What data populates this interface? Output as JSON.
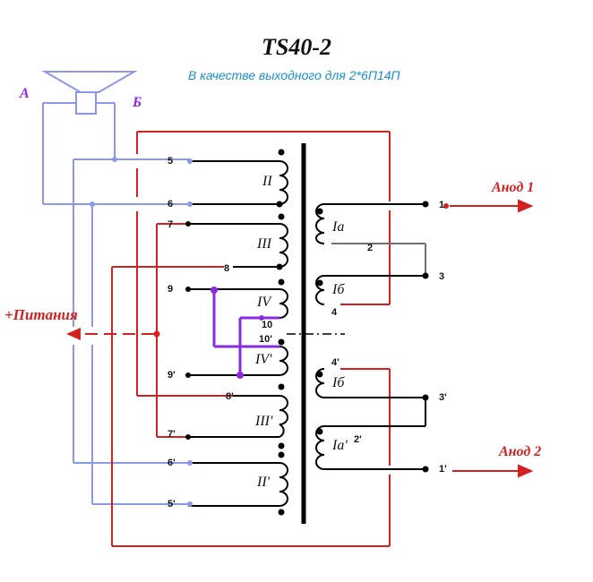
{
  "title": "TS40-2",
  "subtitle": "В качестве выходного для 2*6П14П",
  "speaker": {
    "label_a": "А",
    "label_b": "Б"
  },
  "supply_label": "+Питания",
  "anode1_label": "Анод 1",
  "anode2_label": "Анод 2",
  "left_pins": {
    "p5": "5",
    "p6": "6",
    "p7": "7",
    "p8": "8",
    "p9": "9",
    "p10": "10",
    "p10p": "10'",
    "p9p": "9'",
    "p8p": "8'",
    "p7p": "7'",
    "p6p": "6'",
    "p5p": "5'"
  },
  "right_pins": {
    "p1": "1",
    "p2": "2",
    "p3": "3",
    "p4": "4",
    "p4p": "4'",
    "p3p": "3'",
    "p2p": "2'",
    "p1p": "1'"
  },
  "windings": {
    "w_II": "II",
    "w_III": "III",
    "w_IV": "IV",
    "w_IVp": "IV'",
    "w_IIIp": "III'",
    "w_IIp": "II'",
    "w_Ia": "Iа",
    "w_Ib": "Iб",
    "w_Ibp": "Iб",
    "w_Iap": "Iа'"
  },
  "colors": {
    "red": "#d42020",
    "blue": "#8c97e8",
    "purple": "#8a2be2",
    "black": "#000000",
    "gray": "#707070"
  }
}
